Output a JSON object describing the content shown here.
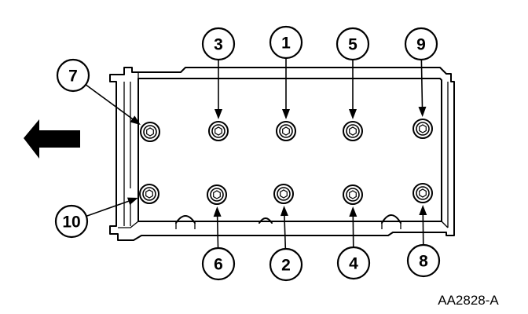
{
  "figure_id": "AA2828-A",
  "callouts": [
    {
      "number": "1",
      "target": "top-bolt-3"
    },
    {
      "number": "2",
      "target": "bottom-bolt-3"
    },
    {
      "number": "3",
      "target": "top-bolt-2"
    },
    {
      "number": "4",
      "target": "bottom-bolt-4"
    },
    {
      "number": "5",
      "target": "top-bolt-4"
    },
    {
      "number": "6",
      "target": "bottom-bolt-2"
    },
    {
      "number": "7",
      "target": "top-bolt-1"
    },
    {
      "number": "8",
      "target": "bottom-bolt-5"
    },
    {
      "number": "9",
      "target": "top-bolt-5"
    },
    {
      "number": "10",
      "target": "bottom-bolt-1"
    }
  ],
  "direction_arrow": {
    "points": "left"
  },
  "colors": {
    "line": "#000000",
    "background": "#ffffff"
  }
}
